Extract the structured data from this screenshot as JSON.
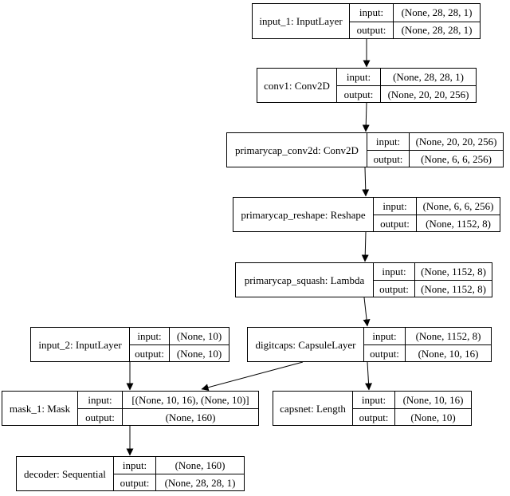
{
  "diagram": {
    "kind": "keras-model-architecture",
    "nodes": [
      {
        "id": "input_1",
        "name": "input_1: InputLayer",
        "input_label": "input:",
        "output_label": "output:",
        "input_shape": "(None, 28, 28, 1)",
        "output_shape": "(None, 28, 28, 1)"
      },
      {
        "id": "conv1",
        "name": "conv1: Conv2D",
        "input_label": "input:",
        "output_label": "output:",
        "input_shape": "(None, 28, 28, 1)",
        "output_shape": "(None, 20, 20, 256)"
      },
      {
        "id": "primarycap_conv2d",
        "name": "primarycap_conv2d: Conv2D",
        "input_label": "input:",
        "output_label": "output:",
        "input_shape": "(None, 20, 20, 256)",
        "output_shape": "(None, 6, 6, 256)"
      },
      {
        "id": "primarycap_reshape",
        "name": "primarycap_reshape: Reshape",
        "input_label": "input:",
        "output_label": "output:",
        "input_shape": "(None, 6, 6, 256)",
        "output_shape": "(None, 1152, 8)"
      },
      {
        "id": "primarycap_squash",
        "name": "primarycap_squash: Lambda",
        "input_label": "input:",
        "output_label": "output:",
        "input_shape": "(None, 1152, 8)",
        "output_shape": "(None, 1152, 8)"
      },
      {
        "id": "input_2",
        "name": "input_2: InputLayer",
        "input_label": "input:",
        "output_label": "output:",
        "input_shape": "(None, 10)",
        "output_shape": "(None, 10)"
      },
      {
        "id": "digitcaps",
        "name": "digitcaps: CapsuleLayer",
        "input_label": "input:",
        "output_label": "output:",
        "input_shape": "(None, 1152, 8)",
        "output_shape": "(None, 10, 16)"
      },
      {
        "id": "mask_1",
        "name": "mask_1: Mask",
        "input_label": "input:",
        "output_label": "output:",
        "input_shape": "[(None, 10, 16), (None, 10)]",
        "output_shape": "(None, 160)"
      },
      {
        "id": "capsnet",
        "name": "capsnet: Length",
        "input_label": "input:",
        "output_label": "output:",
        "input_shape": "(None, 10, 16)",
        "output_shape": "(None, 10)"
      },
      {
        "id": "decoder",
        "name": "decoder: Sequential",
        "input_label": "input:",
        "output_label": "output:",
        "input_shape": "(None, 160)",
        "output_shape": "(None, 28, 28, 1)"
      }
    ],
    "edges": [
      {
        "from": "input_1",
        "to": "conv1"
      },
      {
        "from": "conv1",
        "to": "primarycap_conv2d"
      },
      {
        "from": "primarycap_conv2d",
        "to": "primarycap_reshape"
      },
      {
        "from": "primarycap_reshape",
        "to": "primarycap_squash"
      },
      {
        "from": "primarycap_squash",
        "to": "digitcaps"
      },
      {
        "from": "input_2",
        "to": "mask_1"
      },
      {
        "from": "digitcaps",
        "to": "mask_1"
      },
      {
        "from": "digitcaps",
        "to": "capsnet"
      },
      {
        "from": "mask_1",
        "to": "decoder"
      }
    ],
    "colors": {
      "line": "#000000",
      "background": "#ffffff",
      "text": "#000000"
    }
  }
}
